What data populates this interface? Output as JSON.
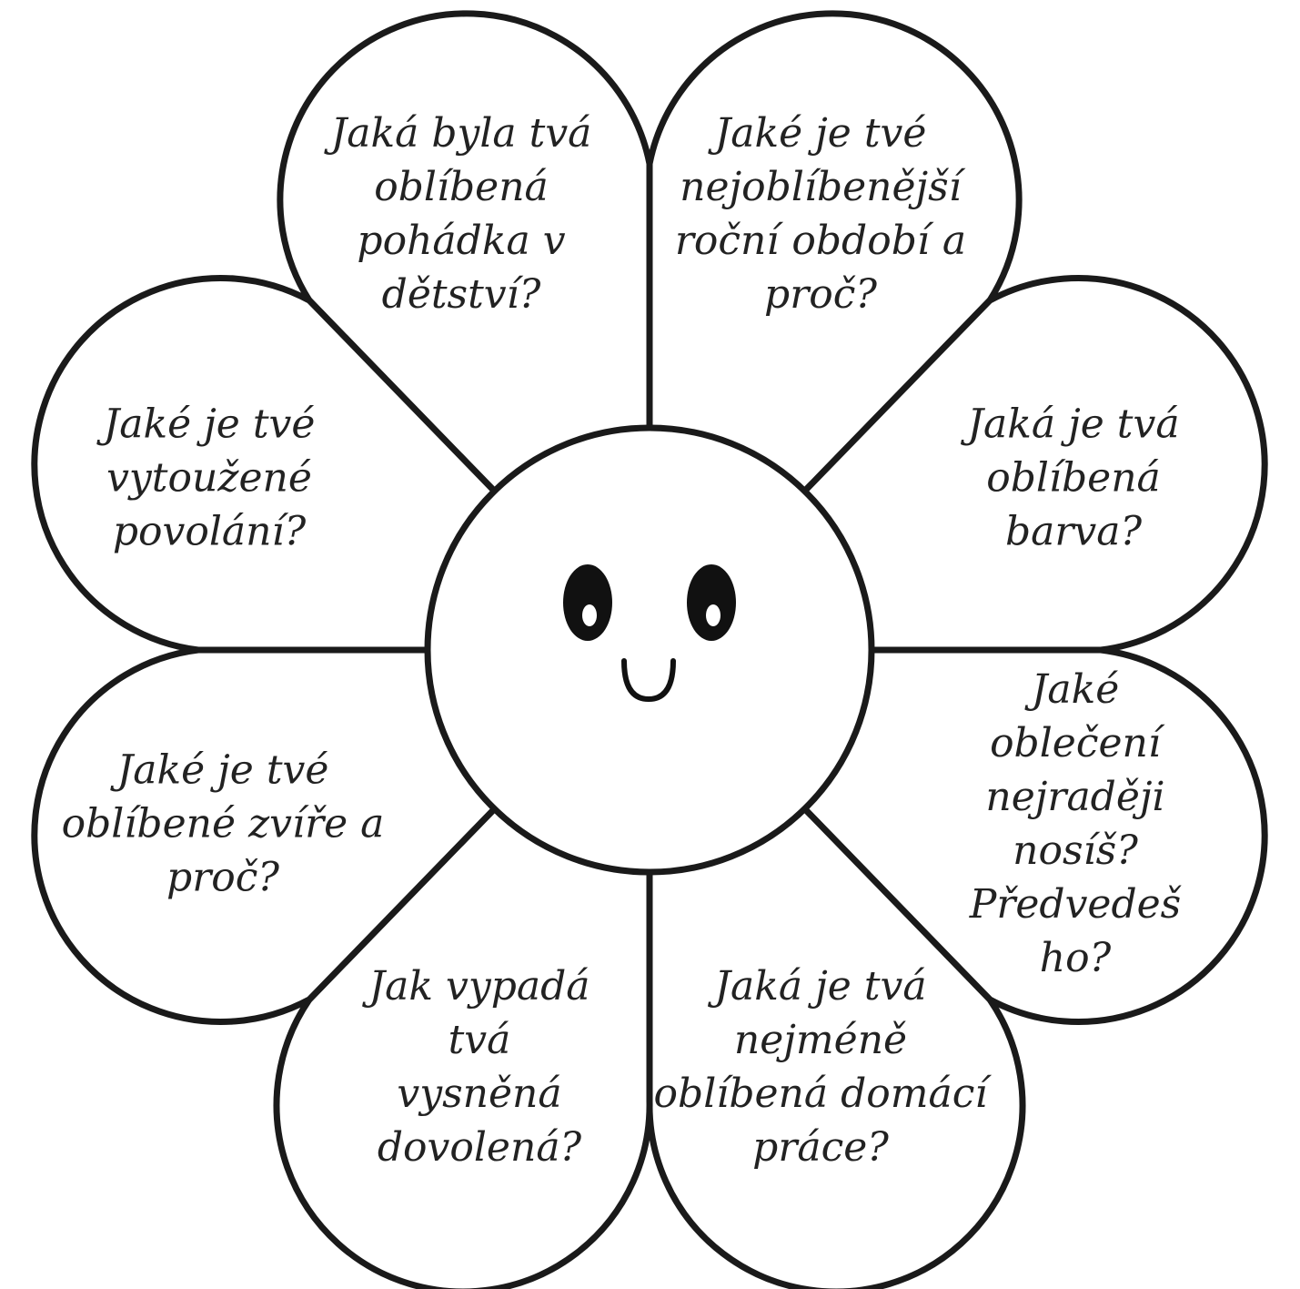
{
  "colors": {
    "outline": "#1a1a1a",
    "fill": "#ffffff",
    "text": "#222222"
  },
  "center": {
    "face": "smiley-face"
  },
  "petals": [
    {
      "position": "top-left",
      "text": "Jaká byla tvá\noblíbená\npohádka v\ndětství?"
    },
    {
      "position": "top-right",
      "text": "Jaké je tvé\nnejoblíbenější\nroční období a\nproč?"
    },
    {
      "position": "right-upper",
      "text": "Jaká je tvá\noblíbená barva?"
    },
    {
      "position": "right-lower",
      "text": "Jaké oblečení\nnejraději nosíš?\nPředvedeš ho?"
    },
    {
      "position": "bottom-right",
      "text": "Jaká je tvá\nnejméně\noblíbená domácí\npráce?"
    },
    {
      "position": "bottom-left",
      "text": "Jak vypadá\ntvá\nvysněná\ndovolená?"
    },
    {
      "position": "left-lower",
      "text": "Jaké je tvé\noblíbené zvíře a\nproč?"
    },
    {
      "position": "left-upper",
      "text": "Jaké je tvé\nvytoužené\npovolání?"
    }
  ]
}
